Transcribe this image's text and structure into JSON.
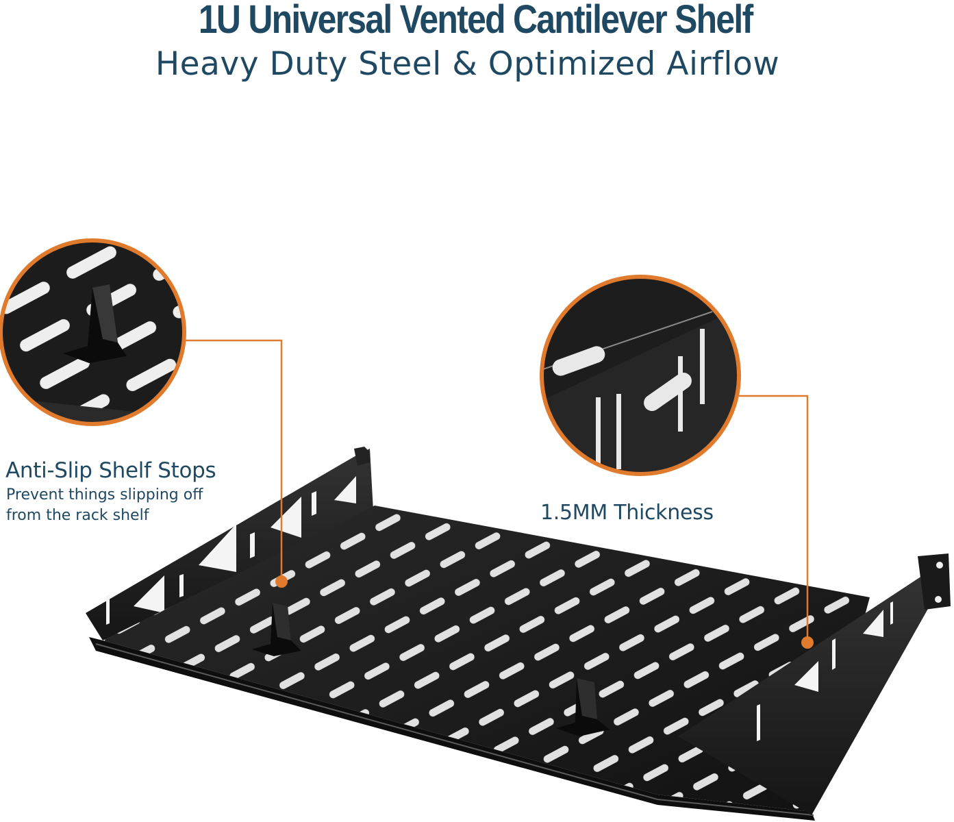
{
  "header": {
    "title": "1U Universal Vented Cantilever Shelf",
    "subtitle": "Heavy Duty Steel & Optimized Airflow"
  },
  "callouts": {
    "stops": {
      "title": "Anti-Slip Shelf Stops",
      "description": "Prevent things slipping off from the rack shelf"
    },
    "thickness": {
      "title": "1.5MM Thickness"
    }
  },
  "colors": {
    "heading": "#1f4962",
    "accent": "#e07b2e",
    "steel": "#1c1c1c"
  }
}
